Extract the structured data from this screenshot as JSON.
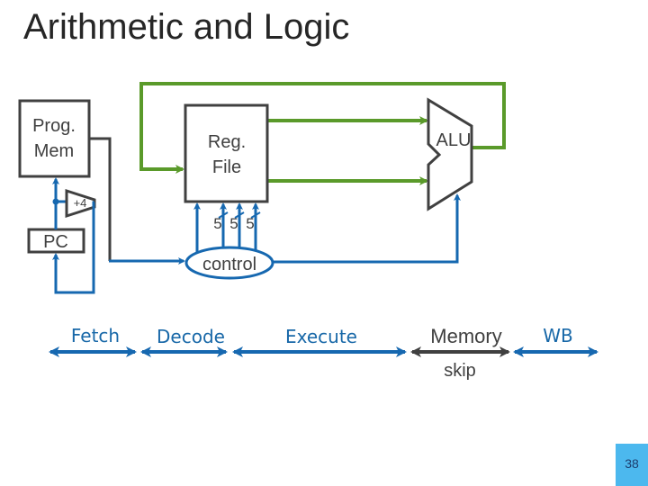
{
  "slide": {
    "title": "Arithmetic and Logic",
    "page_number": "38"
  },
  "blocks": {
    "prog_mem": "Prog.\nMem",
    "prog_mem_line1": "Prog.",
    "prog_mem_line2": "Mem",
    "reg_file_line1": "Reg.",
    "reg_file_line2": "File",
    "alu": "ALU",
    "pc": "PC",
    "adder": "+4",
    "control": "control",
    "reg_select_widths": [
      "5",
      "5",
      "5"
    ]
  },
  "stages": {
    "fetch": "Fetch",
    "decode": "Decode",
    "execute": "Execute",
    "memory": "Memory",
    "memory_note": "skip",
    "writeback": "WB"
  },
  "colors": {
    "data_path_green": "#5a9a2a",
    "control_blue": "#1668b0",
    "block_outline": "#404040",
    "page_badge": "#4cb8ee"
  }
}
